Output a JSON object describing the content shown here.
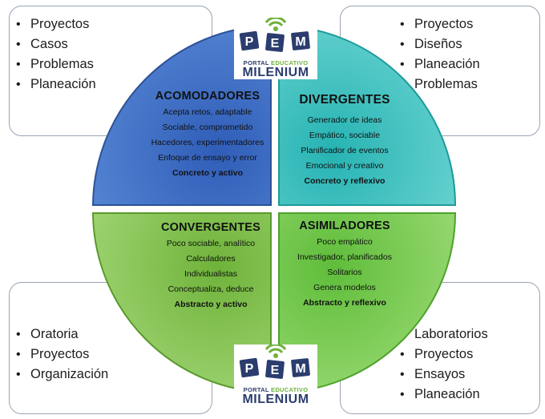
{
  "corners": {
    "top_left": [
      "Proyectos",
      "Casos",
      "Problemas",
      "Planeación"
    ],
    "top_right": [
      "Proyectos",
      "Diseños",
      "Planeación",
      "Problemas"
    ],
    "bottom_left": [
      "Oratoria",
      "Proyectos",
      "Organización"
    ],
    "bottom_right": [
      "Laboratorios",
      "Proyectos",
      "Ensayos",
      "Planeación"
    ]
  },
  "quadrants": {
    "acomodadores": {
      "title": "ACOMODADORES",
      "items": [
        "Acepta retos, adaptable",
        "Sociable, comprometido",
        "Hacedores, experimentadores",
        "Enfoque de ensayo y error"
      ],
      "summary": "Concreto y activo",
      "color": "#3f6fc4"
    },
    "divergentes": {
      "title": "DIVERGENTES",
      "items": [
        "Generador de ideas",
        "Empático, sociable",
        "Planificador de eventos",
        "Emocional y creativo"
      ],
      "summary": "Concreto y reflexivo",
      "color": "#3cc1c0"
    },
    "convergentes": {
      "title": "CONVERGENTES",
      "items": [
        "Poco sociable, analítico",
        "Calculadores",
        "Individualistas",
        "Conceptualiza, deduce"
      ],
      "summary": "Abstracto y activo",
      "color": "#7cbd48"
    },
    "asimiladores": {
      "title": "ASIMILADORES",
      "items": [
        "Poco empático",
        "Investigador, planificados",
        "Solitarios",
        "Genera modelos"
      ],
      "summary": "Abstracto y reflexivo",
      "color": "#6ec546"
    }
  },
  "logo": {
    "letters": [
      "P",
      "E",
      "M"
    ],
    "line1_a": "PORTAL",
    "line1_b": "EDUCATIVO",
    "line2": "MILENIUM",
    "colors": {
      "navy": "#2b3d6e",
      "green": "#6fb23b"
    }
  }
}
